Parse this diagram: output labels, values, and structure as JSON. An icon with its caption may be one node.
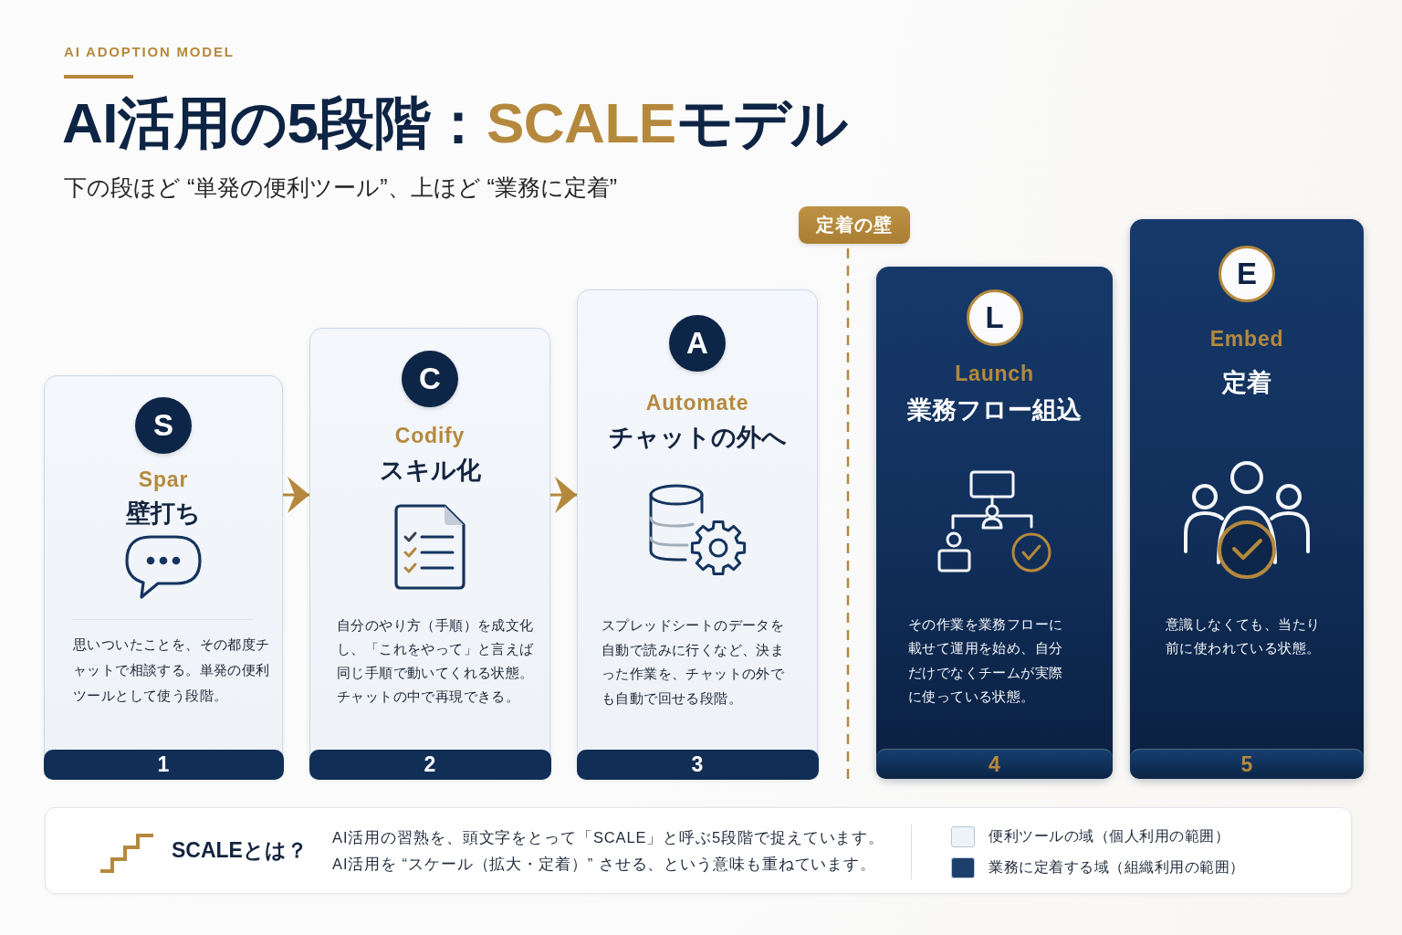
{
  "diagram": {
    "title": "AI活用の5段階：**SCALE**モデル",
    "nodes": [
      {
        "text": [
          "Spar",
          "壁打ち",
          "思いついたことを、その都度チャットで相談する。単発の便利ツールとして使う段階。"
        ]
      },
      {
        "text": [
          "S"
        ],
        "in": 0
      },
      {
        "text": [
          "1"
        ],
        "in": 0
      },
      {
        "text": [
          "Codify",
          "スキル化",
          "自分のやり方（手順）を成文化し、「これをやって」と言えば同じ手順で動いてくれる状態。チャットの中で再現できる。"
        ]
      },
      {
        "text": [
          "C"
        ],
        "in": 3
      },
      {
        "text": [
          "2"
        ],
        "in": 3
      },
      {
        "text": [
          "Automate",
          "チャットの外へ",
          "スプレッドシートのデータを自動で読みに行くなど、決まった作業を、チャットの外でも自動で回せる段階。"
        ]
      },
      {
        "text": [
          "A"
        ],
        "in": 6
      },
      {
        "text": [
          "3"
        ],
        "in": 6
      },
      {
        "text": [
          "定着の壁"
        ]
      },
      {
        "text": [
          "Launch",
          "業務フロー組込",
          "その作業を業務フローに載せて運用を始め、自分だけでなくチームが実際に使っている状態。"
        ]
      },
      {
        "text": [
          "L"
        ],
        "in": 10
      },
      {
        "text": [
          "4"
        ],
        "in": 10
      },
      {
        "text": [
          "Embed",
          "定着",
          "意識しなくても、当たり前に使われている状態。"
        ]
      },
      {
        "text": [
          "E"
        ],
        "in": 13
      },
      {
        "text": [
          "5"
        ],
        "in": 13
      },
      {
        "text": [
          "SCALEとは？",
          "AI活用の習熟を、頭文字をとって「SCALE」と呼ぶ5段階で捉えています。",
          "AI活用を “スケール（拡大・定着）” させる、という意味も重ねています。"
        ]
      }
    ],
    "edges": [
      {
        "from": 0,
        "to": 3,
        "arrow": "to"
      },
      {
        "from": 3,
        "to": 6,
        "arrow": "to"
      }
    ],
    "labels": [
      "AI ADOPTION MODEL",
      "下の段ほど “単発の便利ツール”、上ほど “業務に定着”"
    ],
    "legend": [
      {
        "text": "便利ツールの域（個人利用の範囲）",
        "color": "#eef3f9"
      },
      {
        "text": "業務に定着する域（組織利用の範囲）",
        "color": "#1d3f6b"
      }
    ]
  }
}
